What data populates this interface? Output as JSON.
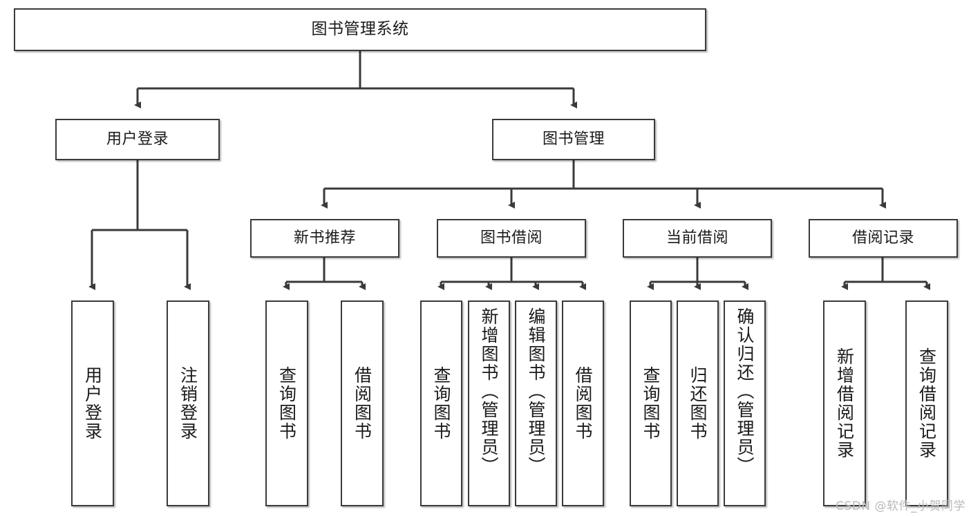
{
  "diagram": {
    "type": "tree",
    "title": "图书管理系统",
    "orientation": "top-down",
    "colors": {
      "node_border": "#3a3a3a",
      "node_fill": "#ffffff",
      "edge": "#3a3a3a",
      "text": "#1a1a1a",
      "watermark": "#b9b9b9",
      "background": "#ffffff"
    },
    "levels": {
      "level0": [
        {
          "id": "root",
          "label": "图书管理系统"
        }
      ],
      "level1": [
        {
          "id": "login",
          "label": "用户登录",
          "parent": "root"
        },
        {
          "id": "bookmgmt",
          "label": "图书管理",
          "parent": "root"
        }
      ],
      "level2": [
        {
          "id": "newbook",
          "label": "新书推荐",
          "parent": "bookmgmt"
        },
        {
          "id": "borrow",
          "label": "图书借阅",
          "parent": "bookmgmt"
        },
        {
          "id": "current",
          "label": "当前借阅",
          "parent": "bookmgmt"
        },
        {
          "id": "records",
          "label": "借阅记录",
          "parent": "bookmgmt"
        }
      ],
      "level3": [
        {
          "id": "leaf-login-1",
          "label": "用户登录",
          "parent": "login"
        },
        {
          "id": "leaf-login-2",
          "label": "注销登录",
          "parent": "login"
        },
        {
          "id": "leaf-newbook-1",
          "label": "查询图书",
          "parent": "newbook"
        },
        {
          "id": "leaf-newbook-2",
          "label": "借阅图书",
          "parent": "newbook"
        },
        {
          "id": "leaf-borrow-1",
          "label": "查询图书",
          "parent": "borrow"
        },
        {
          "id": "leaf-borrow-2",
          "label": "新增图书（管理员）",
          "parent": "borrow"
        },
        {
          "id": "leaf-borrow-3",
          "label": "编辑图书（管理员）",
          "parent": "borrow"
        },
        {
          "id": "leaf-borrow-4",
          "label": "借阅图书",
          "parent": "borrow"
        },
        {
          "id": "leaf-current-1",
          "label": "查询图书",
          "parent": "current"
        },
        {
          "id": "leaf-current-2",
          "label": "归还图书",
          "parent": "current"
        },
        {
          "id": "leaf-current-3",
          "label": "确认归还（管理员）",
          "parent": "current"
        },
        {
          "id": "leaf-records-1",
          "label": "新增借阅记录",
          "parent": "records"
        },
        {
          "id": "leaf-records-2",
          "label": "查询借阅记录",
          "parent": "records"
        }
      ]
    }
  },
  "watermark": {
    "text": "CSDN @软件_小贺同学"
  }
}
